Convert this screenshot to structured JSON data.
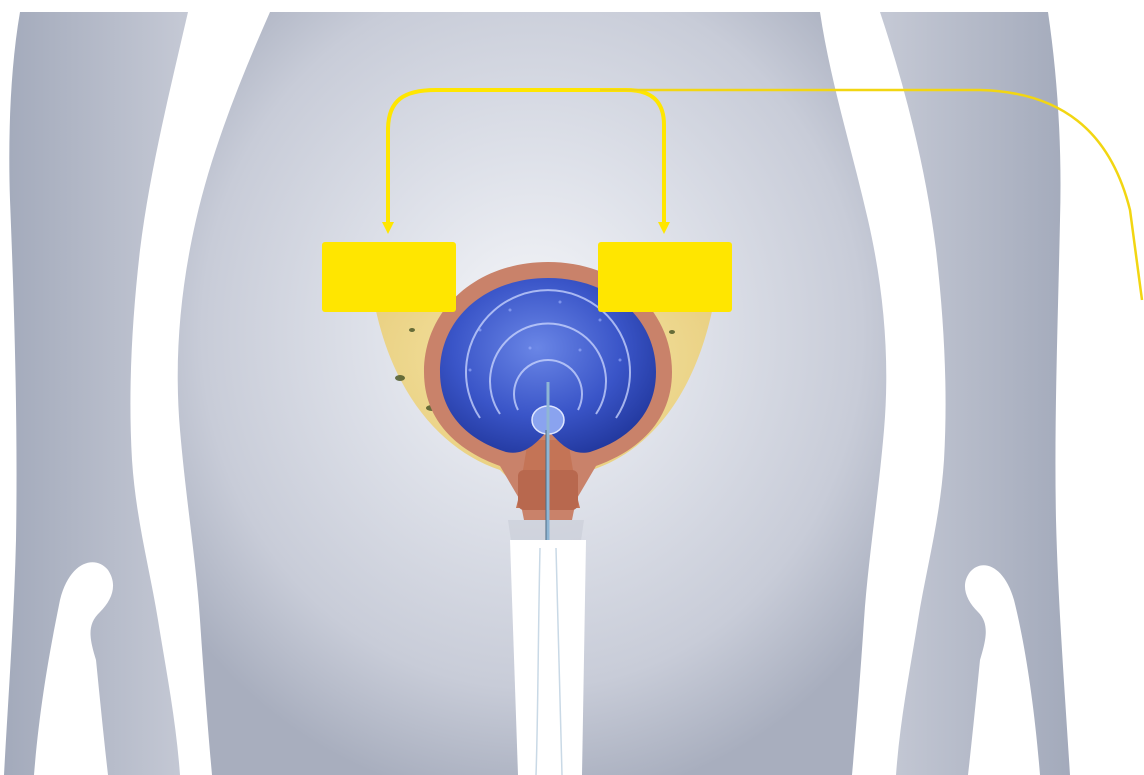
{
  "figure": {
    "subject": "bladder-electrical-stimulation",
    "text_labels": []
  },
  "colors": {
    "background": "#ffffff",
    "body_light": "#dfe2ea",
    "body_mid": "#c8ccd8",
    "body_shadow": "#9da4b5",
    "electrode_yellow": "#ffe600",
    "lead_wire_yellow": "#f2d612",
    "bladder_blue": "#3550c4",
    "bladder_blue_light": "#5a78e0",
    "bladder_wall": "#c9826a",
    "bladder_wall_speckle": "#e8b9a0",
    "fat_layer": "#f2dc8a",
    "fat_dark_spots": "#4f5a2a",
    "catheter": "#8fb6d4",
    "probe_sleeve": "#ffffff"
  },
  "parts": {
    "electrodes": [
      {
        "id": "left-electrode",
        "side": "left"
      },
      {
        "id": "right-electrode",
        "side": "right"
      }
    ],
    "lead_wire": {
      "branches": 2,
      "exits": "right"
    },
    "bladder": {
      "wave_rings": 3
    },
    "catheter": {
      "present": true
    },
    "probe": {
      "present": true
    }
  }
}
